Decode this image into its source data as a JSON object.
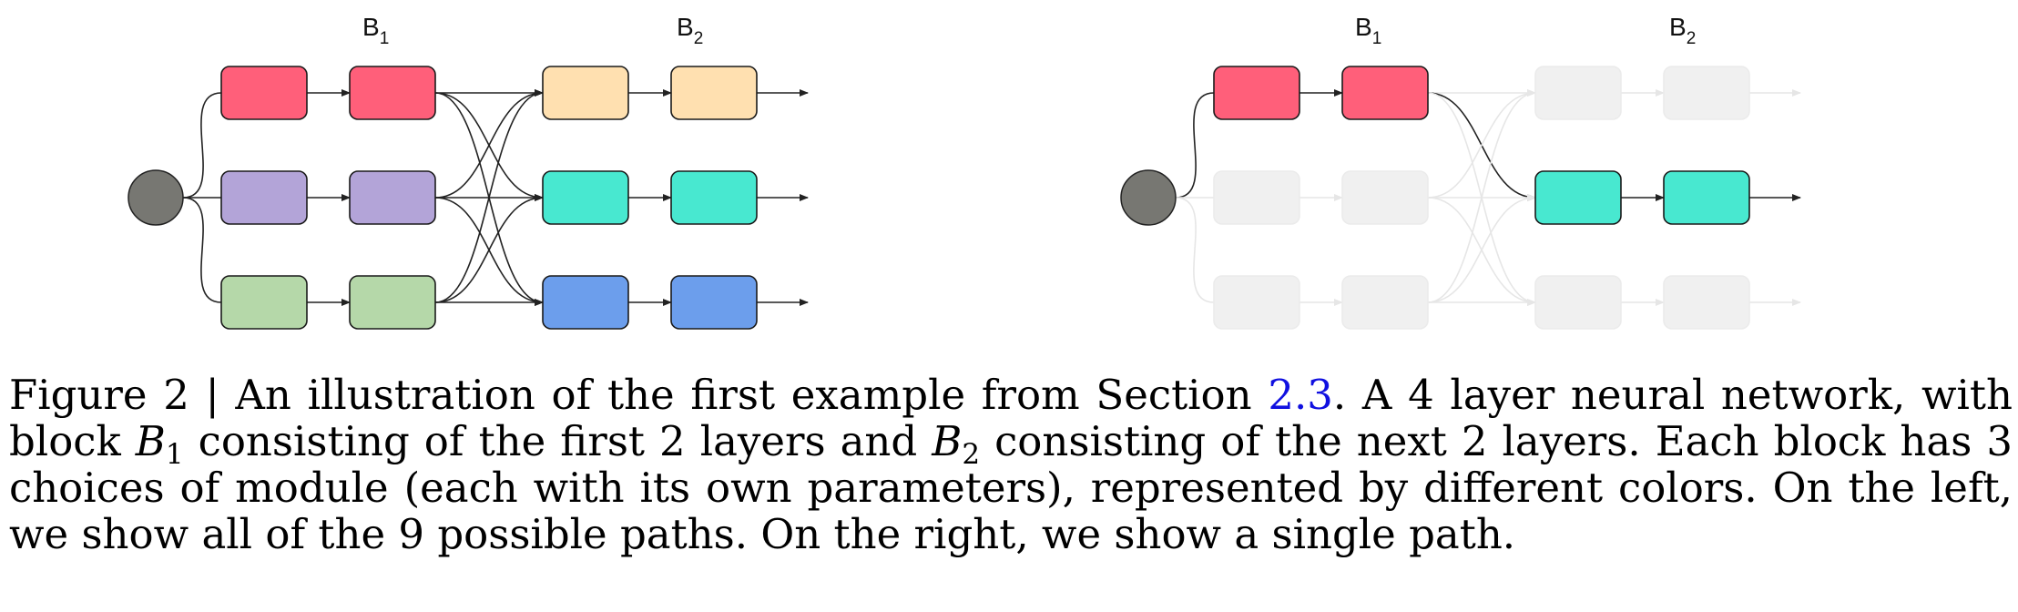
{
  "figure": {
    "left_panel": {
      "block_labels": [
        {
          "base": "B",
          "sub": "1"
        },
        {
          "base": "B",
          "sub": "2"
        }
      ]
    },
    "right_panel": {
      "block_labels": [
        {
          "base": "B",
          "sub": "1"
        },
        {
          "base": "B",
          "sub": "2"
        }
      ]
    },
    "colors": {
      "input_node": "#777772",
      "b1_row_top": "#ff5f7a",
      "b1_row_mid": "#b3a4d8",
      "b1_row_bot": "#b5d8a9",
      "b2_row_top": "#ffe0b0",
      "b2_row_mid": "#48e8d0",
      "b2_row_bot": "#6c9eec",
      "inactive": "#f0f0f0"
    },
    "selected_path": {
      "b1_row": 0,
      "b2_row": 1
    }
  },
  "caption": {
    "prefix": "Figure 2 | An illustration of the first example from Section ",
    "ref": "2.3",
    "p1": ". A 4 layer neural network, with block ",
    "var_b": "B",
    "sub_1": "1",
    "p2": " consisting of the first 2 layers and ",
    "sub_2": "2",
    "p3": " consisting of the next 2 layers. Each block has 3 choices of module (each with its own parameters), represented by different colors. On the left, we show all of the 9 possible paths. On the right, we show a single path."
  }
}
